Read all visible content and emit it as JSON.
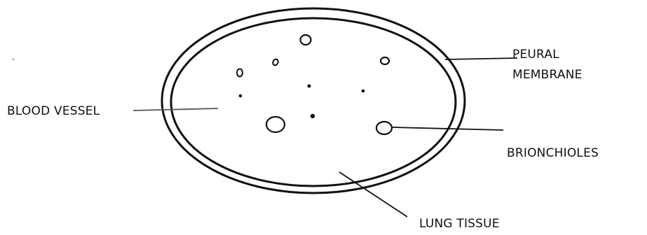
{
  "diagram": {
    "labels": {
      "pleural_membrane_line1": "PEURAL",
      "pleural_membrane_line2": "MEMBRANE",
      "blood_vessel": "BLOOD VESSEL",
      "bronchioles": "BRIONCHIOLES",
      "lung_tissue": "LUNG TISSUE"
    },
    "colors": {
      "ink": "#111111",
      "background": "#ffffff"
    }
  }
}
